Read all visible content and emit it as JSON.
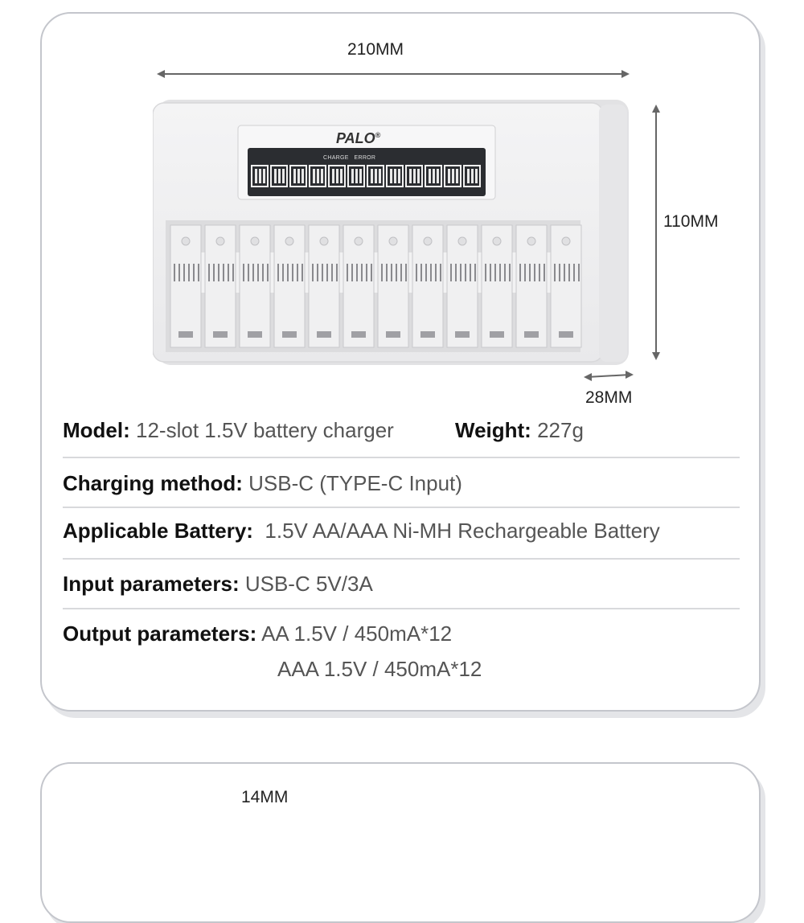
{
  "dimensions": {
    "width": "210MM",
    "height": "110MM",
    "depth": "28MM",
    "bottom_card": "14MM"
  },
  "product": {
    "brand": "PALO",
    "brand_mark": "®",
    "indicator_charge": "CHARGE",
    "indicator_error": "ERROR",
    "slots": 12
  },
  "specs": {
    "model": {
      "label": "Model:",
      "value": "12-slot 1.5V battery charger"
    },
    "weight": {
      "label": "Weight:",
      "value": "227g"
    },
    "charging": {
      "label": "Charging method:",
      "value": "USB-C (TYPE-C Input)"
    },
    "battery": {
      "label": "Applicable Battery:",
      "value": "1.5V AA/AAA Ni-MH Rechargeable Battery"
    },
    "input": {
      "label": "Input parameters:",
      "value": "USB-C 5V/3A"
    },
    "output": {
      "label": "Output parameters:",
      "value1": "AA 1.5V / 450mA*12",
      "value2": "AAA 1.5V / 450mA*12"
    }
  }
}
